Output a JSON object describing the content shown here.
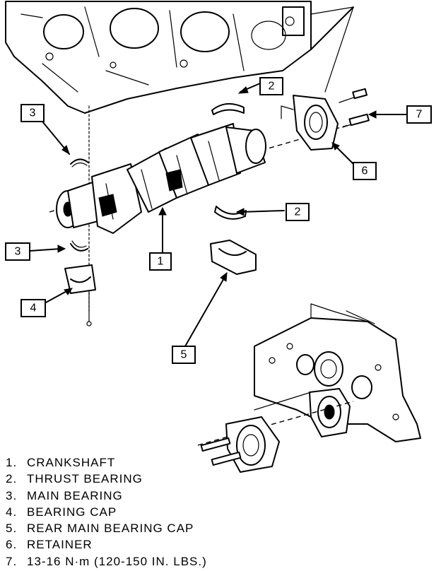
{
  "callouts": [
    {
      "id": "c1",
      "text": "1"
    },
    {
      "id": "c2a",
      "text": "2"
    },
    {
      "id": "c2b",
      "text": "2"
    },
    {
      "id": "c3a",
      "text": "3"
    },
    {
      "id": "c3b",
      "text": "3"
    },
    {
      "id": "c4",
      "text": "4"
    },
    {
      "id": "c5",
      "text": "5"
    },
    {
      "id": "c6",
      "text": "6"
    },
    {
      "id": "c7",
      "text": "7"
    }
  ],
  "legend": [
    {
      "num": "1.",
      "text": "CRANKSHAFT"
    },
    {
      "num": "2.",
      "text": "THRUST BEARING"
    },
    {
      "num": "3.",
      "text": "MAIN BEARING"
    },
    {
      "num": "4.",
      "text": "BEARING CAP"
    },
    {
      "num": "5.",
      "text": "REAR MAIN BEARING CAP"
    },
    {
      "num": "6.",
      "text": "RETAINER"
    },
    {
      "num": "7.",
      "text": "13-16 N·m (120-150 IN. LBS.)"
    }
  ]
}
